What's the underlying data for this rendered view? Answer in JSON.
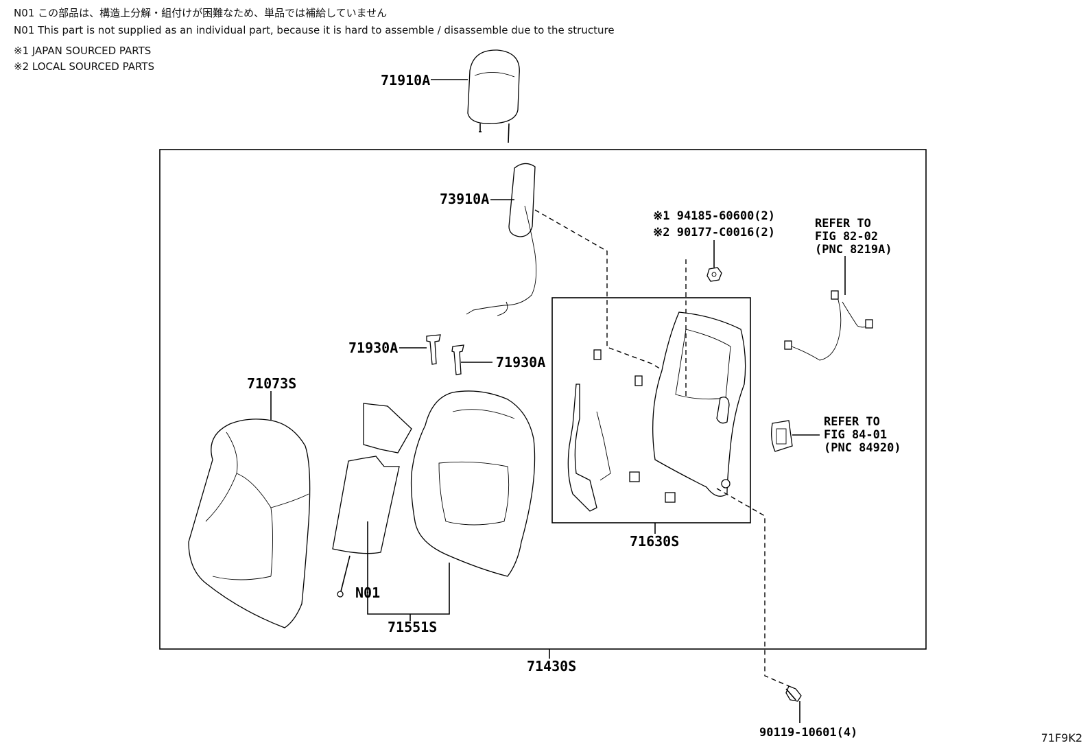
{
  "notes": {
    "n01_jp": "N01 この部品は、構造上分解・組付けが困難なため、単品では補給していません",
    "n01_en": "N01 This part is not supplied as an individual part, because it is hard to assemble / disassemble due to the structure",
    "japan": "※1 JAPAN SOURCED PARTS",
    "local": "※2 LOCAL SOURCED PARTS"
  },
  "labels": {
    "headrest": "71910A",
    "heater": "73910A",
    "guide_left": "71930A",
    "guide_right": "71930A",
    "cover": "71073S",
    "pad_note": "N01",
    "pad": "71551S",
    "frame": "71630S",
    "assembly": "71430S",
    "nut1": "※1 94185-60600(2)",
    "nut2": "※2 90177-C0016(2)",
    "bolt": "90119-10601(4)",
    "refer1_a": "REFER TO",
    "refer1_b": "FIG 82-02",
    "refer1_c": "(PNC 8219A)",
    "refer2_a": "REFER TO",
    "refer2_b": "FIG 84-01",
    "refer2_c": "(PNC 84920)"
  },
  "figure_code": "71F9K2",
  "icons": [
    "headrest-icon",
    "seat-heater-icon",
    "headrest-guide-icon",
    "seat-cover-icon",
    "seat-pad-icon",
    "seatback-frame-icon",
    "nut-icon",
    "bolt-icon",
    "wire-harness-icon",
    "switch-icon"
  ]
}
